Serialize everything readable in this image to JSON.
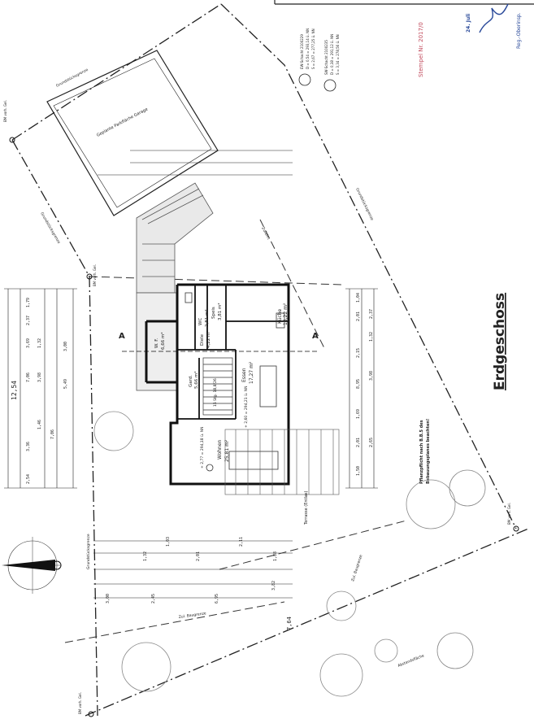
{
  "title": "Erdgeschoss",
  "rooms": [
    {
      "id": "wohnen",
      "name": "Wohnen",
      "area": "25,81 m²",
      "height": "+ 2,77 = 294,18 ü. NN"
    },
    {
      "id": "essen",
      "name": "Essen",
      "area": "17,27 m²"
    },
    {
      "id": "kueche",
      "name": "Küche",
      "area": "13,22 m²"
    },
    {
      "id": "speis",
      "name": "Speis",
      "area": "3,81 m²"
    },
    {
      "id": "wc",
      "name": "WC",
      "area": "2,81 m²"
    },
    {
      "id": "diele",
      "name": "Diele",
      "area": "4,22 m²"
    },
    {
      "id": "gard",
      "name": "Gard.",
      "area": "5,66 m²"
    },
    {
      "id": "wf",
      "name": "W. F.",
      "area": "6,66 m²"
    }
  ],
  "labels": {
    "terrace": "Terrasse (Entlas)",
    "stair": "15 Stg. 18,8/26",
    "floor_level": "+ 2,60 = 294,21 ü. NN",
    "carport": "Geplante Parkfläche Garage",
    "entry": "Zufahrt",
    "pflanzpflicht_1": "Pflanzpflicht nach B.B.5 des",
    "pflanzpflicht_2": "Bebauungsplanes beachten!",
    "grenze_top": "Grundstücksgrenze",
    "grenze_left": "Grundstücksgrenze",
    "grenze_right": "Grundstücksgrenze",
    "grenze_bottom": "Grundstücksgrenze",
    "baugrenze_1": "Zul. Baugrenze",
    "baugrenze_2": "Zul. Baugrenze",
    "abstandsflaeche": "Abstandsfläche",
    "schnitt_a": "A",
    "bm_1": "BM vorh. Gel.",
    "bm_2": "BM vorh. Gel.",
    "bm_3": "BM vorh. Gel.",
    "bm_4": "BM vorh. Gel."
  },
  "dimensions": {
    "top_total": "12,54",
    "left_total": "7,64",
    "top_row1": [
      "1,79",
      "2,37",
      "3,69",
      "1,32",
      "3,98",
      "7,06",
      "1,46",
      "3,36",
      "2,54"
    ],
    "top_row2": [
      "1,79",
      "2,37",
      "3,00",
      "5,49",
      "7,06",
      "3,36",
      "2,54"
    ],
    "right_row": [
      "1,04",
      "2,37",
      "2,01",
      "2,15",
      "1,32",
      "3,98",
      "8,95",
      "1,69",
      "2,01",
      "2,65",
      "1,50"
    ],
    "bottom_row": [
      "3,00",
      "2,45",
      "6,95",
      "3,82",
      "2,11",
      "1,88",
      "2,01",
      "1,32",
      "1,03"
    ]
  },
  "stamp": {
    "line1": "Stempel Nr. 2017/0",
    "date": "24. Juli",
    "office": "Reg.-Oberinsp."
  },
  "notes": {
    "note1_title": "EW-Schacht 2100229",
    "note1_a": "D = 0,54 = 293,14 ü. NN",
    "note1_b": "S = 2,67 = 277,25 ü. NN",
    "note2_title": "SW-Schacht 2100235",
    "note2_a": "D = 0,38 = 291,12 ü. NN",
    "note2_b": "S = 3,34 = 278,56 ü. NN"
  },
  "colors": {
    "line": "#1a1a1a",
    "hatch": "#555555",
    "stamp": "#c14a5c",
    "stamp_blue": "#2a4a9a"
  }
}
